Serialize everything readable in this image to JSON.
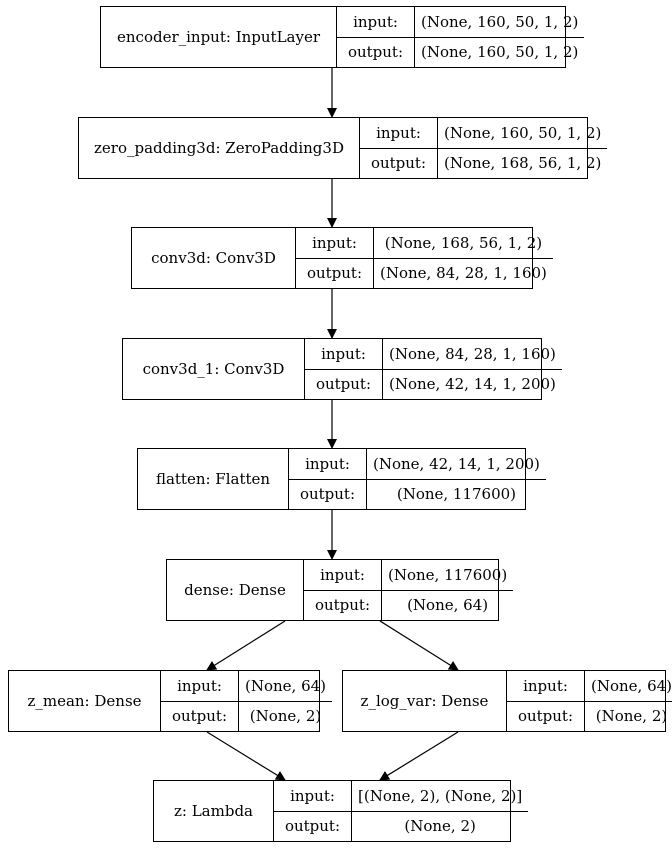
{
  "style": {
    "stroke_color": "#000000",
    "background": "#ffffff"
  },
  "labels": {
    "input": "input:",
    "output": "output:"
  },
  "nodes": [
    {
      "id": "encoder_input",
      "name": "encoder_input: InputLayer",
      "input": "(None, 160, 50, 1, 2)",
      "output": "(None, 160, 50, 1, 2)"
    },
    {
      "id": "zero_padding3d",
      "name": "zero_padding3d: ZeroPadding3D",
      "input": "(None, 160, 50, 1, 2)",
      "output": "(None, 168, 56, 1, 2)"
    },
    {
      "id": "conv3d",
      "name": "conv3d: Conv3D",
      "input": "(None, 168, 56, 1, 2)",
      "output": "(None, 84, 28, 1, 160)"
    },
    {
      "id": "conv3d_1",
      "name": "conv3d_1: Conv3D",
      "input": "(None, 84, 28, 1, 160)",
      "output": "(None, 42, 14, 1, 200)"
    },
    {
      "id": "flatten",
      "name": "flatten: Flatten",
      "input": "(None, 42, 14, 1, 200)",
      "output": "(None, 117600)"
    },
    {
      "id": "dense",
      "name": "dense: Dense",
      "input": "(None, 117600)",
      "output": "(None, 64)"
    },
    {
      "id": "z_mean",
      "name": "z_mean: Dense",
      "input": "(None, 64)",
      "output": "(None, 2)"
    },
    {
      "id": "z_log_var",
      "name": "z_log_var: Dense",
      "input": "(None, 64)",
      "output": "(None, 2)"
    },
    {
      "id": "z",
      "name": "z: Lambda",
      "input": "[(None, 2), (None, 2)]",
      "output": "(None, 2)"
    }
  ],
  "edges": [
    {
      "from": "encoder_input",
      "to": "zero_padding3d"
    },
    {
      "from": "zero_padding3d",
      "to": "conv3d"
    },
    {
      "from": "conv3d",
      "to": "conv3d_1"
    },
    {
      "from": "conv3d_1",
      "to": "flatten"
    },
    {
      "from": "flatten",
      "to": "dense"
    },
    {
      "from": "dense",
      "to": "z_mean"
    },
    {
      "from": "dense",
      "to": "z_log_var"
    },
    {
      "from": "z_mean",
      "to": "z"
    },
    {
      "from": "z_log_var",
      "to": "z"
    }
  ]
}
